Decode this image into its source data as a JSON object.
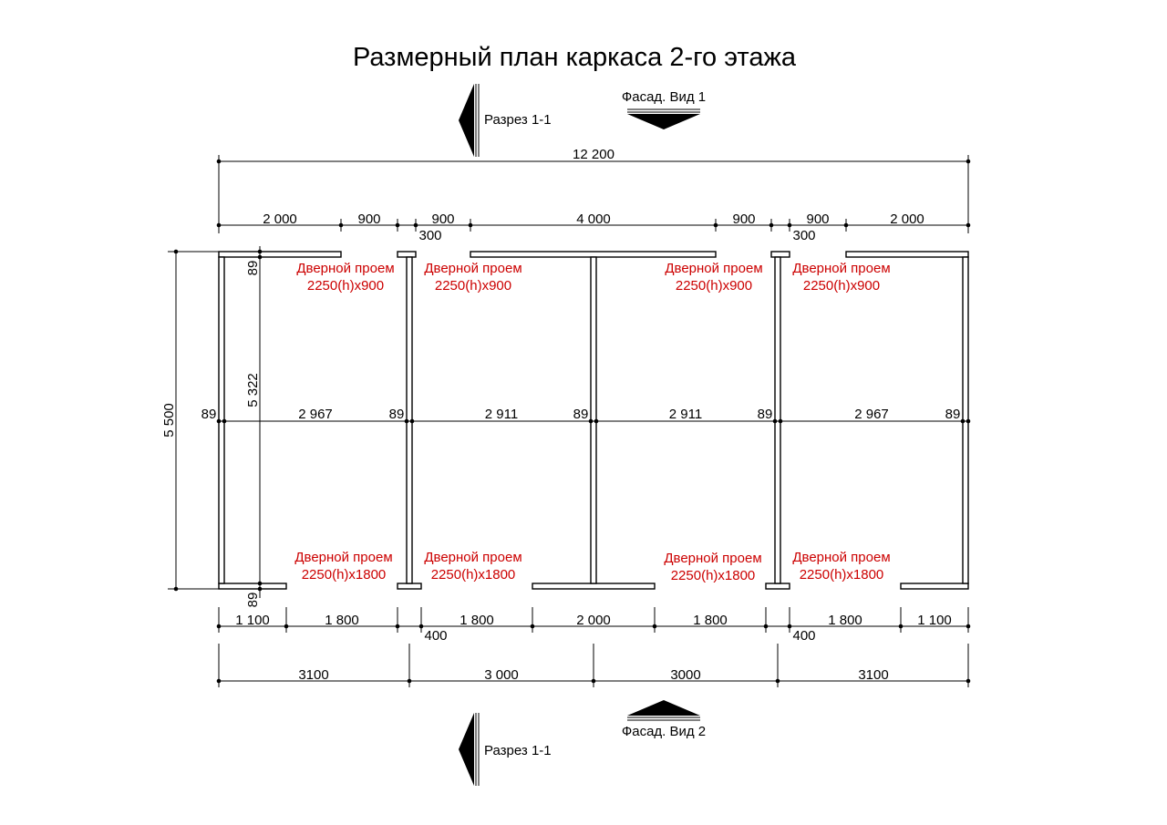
{
  "title": "Размерный план каркаса 2-го этажа",
  "section_label_top": "Разрез 1-1",
  "section_label_bottom": "Разрез 1-1",
  "facade_top": "Фасад. Вид 1",
  "facade_bottom": "Фасад. Вид 2",
  "dims": {
    "overall": "12 200",
    "top": [
      "2 000",
      "900",
      "900",
      "4 000",
      "900",
      "900",
      "2 000"
    ],
    "top_small_left": "300",
    "top_small_right": "300",
    "interior": [
      "2 967",
      "2 911",
      "2 911",
      "2 967"
    ],
    "stud": "89",
    "height_overall": "5 500",
    "height_inner": "5 322",
    "bottom": [
      "1 100",
      "1 800",
      "1 800",
      "2 000",
      "1 800",
      "1 800",
      "1 100"
    ],
    "bottom_small_left": "400",
    "bottom_small_right": "400",
    "axes": [
      "3100",
      "3 000",
      "3000",
      "3100"
    ]
  },
  "doors_top": [
    {
      "name": "Дверной проем",
      "size": "2250(h)x900"
    },
    {
      "name": "Дверной проем",
      "size": "2250(h)x900"
    },
    {
      "name": "Дверной проем",
      "size": "2250(h)x900"
    },
    {
      "name": "Дверной проем",
      "size": "2250(h)x900"
    }
  ],
  "doors_bottom": [
    {
      "name": "Дверной проем",
      "size": "2250(h)x1800"
    },
    {
      "name": "Дверной проем",
      "size": "2250(h)x1800"
    },
    {
      "name": "Дверной проем",
      "size": "2250(h)x1800"
    },
    {
      "name": "Дверной проем",
      "size": "2250(h)x1800"
    }
  ],
  "colors": {
    "lines": "#000000",
    "door_text": "#cc0000",
    "background": "#ffffff"
  }
}
